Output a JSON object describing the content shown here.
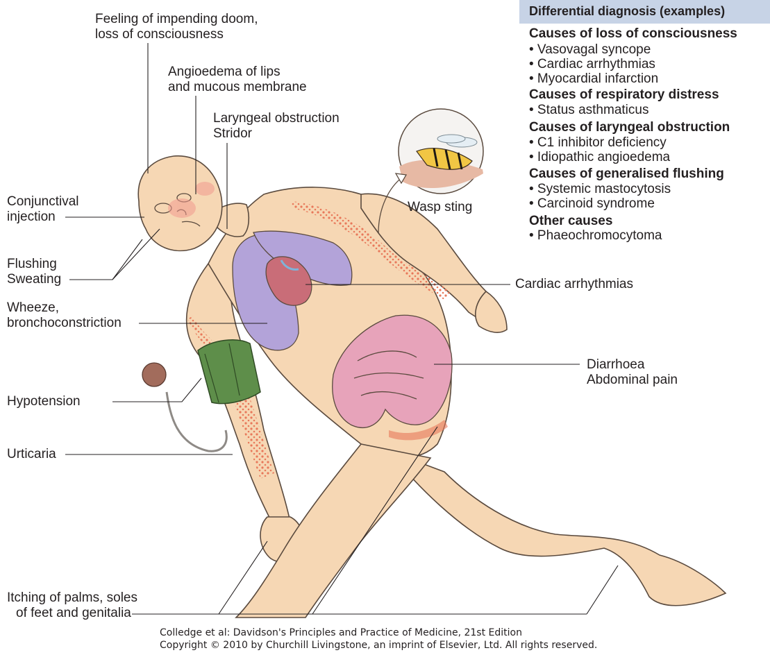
{
  "labels": {
    "doom_line1": "Feeling of impending doom,",
    "doom_line2": "loss of consciousness",
    "angio_line1": "Angioedema of lips",
    "angio_line2": "and mucous membrane",
    "laryng_line1": "Laryngeal obstruction",
    "laryng_line2": "Stridor",
    "conj_line1": "Conjunctival",
    "conj_line2": "injection",
    "flush_line1": "Flushing",
    "flush_line2": "Sweating",
    "wheeze_line1": "Wheeze,",
    "wheeze_line2": "bronchoconstriction",
    "hypotension": "Hypotension",
    "urticaria": "Urticaria",
    "itch_line1": "Itching of palms, soles",
    "itch_line2": "of feet and genitalia",
    "wasp": "Wasp sting",
    "cardiac": "Cardiac arrhythmias",
    "diarr_line1": "Diarrhoea",
    "diarr_line2": "Abdominal pain"
  },
  "ddx": {
    "title": "Differential diagnosis (examples)",
    "sections": [
      {
        "heading": "Causes of loss of consciousness",
        "items": [
          "• Vasovagal syncope",
          "• Cardiac arrhythmias",
          "• Myocardial infarction"
        ]
      },
      {
        "heading": "Causes of respiratory distress",
        "items": [
          "• Status asthmaticus"
        ]
      },
      {
        "heading": "Causes of laryngeal obstruction",
        "items": [
          "• C1 inhibitor deficiency",
          "• Idiopathic angioedema"
        ]
      },
      {
        "heading": "Causes of generalised flushing",
        "items": [
          "• Systemic mastocytosis",
          "• Carcinoid syndrome"
        ]
      },
      {
        "heading": "Other causes",
        "items": [
          "• Phaeochromocytoma"
        ]
      }
    ]
  },
  "credit": {
    "line1": "Colledge et al: Davidson's Principles and Practice of Medicine, 21st Edition",
    "line2": "Copyright © 2010 by Churchill Livingstone, an imprint of Elsevier, Ltd. All rights reserved."
  },
  "colors": {
    "skin": "#f6d7b4",
    "skin_outline": "#5a4a3e",
    "rash": "#e8785a",
    "lung": "#b3a3d9",
    "heart": "#c96d78",
    "bowel": "#e7a3ba",
    "cuff": "#5e8e4a",
    "ddx_header": "#c7d3e6"
  }
}
